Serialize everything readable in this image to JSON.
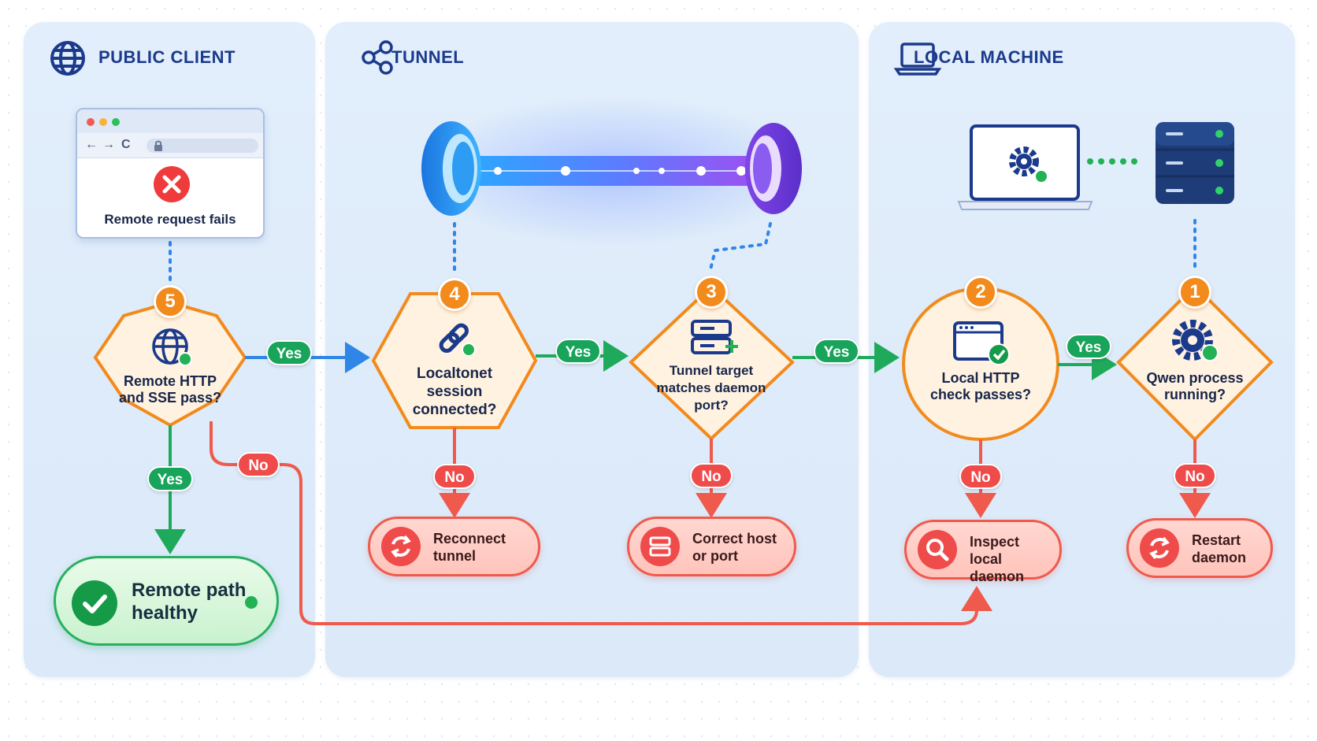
{
  "lanes": {
    "client": "PUBLIC CLIENT",
    "tunnel": "TUNNEL",
    "local": "LOCAL MACHINE"
  },
  "browser": {
    "message": "Remote request fails",
    "nav_back": "←",
    "nav_forward": "→",
    "nav_reload": "C"
  },
  "checks": [
    {
      "step": "5",
      "label_line1": "Remote HTTP",
      "label_line2": "and SSE pass?",
      "icon": "globe-icon"
    },
    {
      "step": "4",
      "label_line1": "Localtonet",
      "label_line2": "session",
      "label_line3": "connected?",
      "icon": "link-icon"
    },
    {
      "step": "3",
      "label_line1": "Tunnel target",
      "label_line2": "matches daemon",
      "label_line3": "port?",
      "icon": "server-plus-icon"
    },
    {
      "step": "2",
      "label_line1": "Local HTTP",
      "label_line2": "check passes?",
      "icon": "browser-check-icon"
    },
    {
      "step": "1",
      "label_line1": "Qwen process",
      "label_line2": "running?",
      "icon": "gear-icon"
    }
  ],
  "edges": {
    "yes": "Yes",
    "no": "No"
  },
  "actions": {
    "reconnect": {
      "line1": "Reconnect",
      "line2": "tunnel",
      "icon": "refresh-icon"
    },
    "correct": {
      "line1": "Correct host",
      "line2": "or port",
      "icon": "server-icon"
    },
    "inspect": {
      "line1": "Inspect local",
      "line2": "daemon",
      "icon": "search-icon"
    },
    "restart": {
      "line1": "Restart",
      "line2": "daemon",
      "icon": "refresh-icon"
    }
  },
  "healthy": {
    "line1": "Remote path",
    "line2": "healthy",
    "icon": "check-icon"
  },
  "colors": {
    "accent_blue": "#1b3a8c",
    "decision_fill": "#fff2e0",
    "decision_stroke": "#f28a1c",
    "yes_green": "#18a45a",
    "no_red": "#ef4b4b"
  }
}
